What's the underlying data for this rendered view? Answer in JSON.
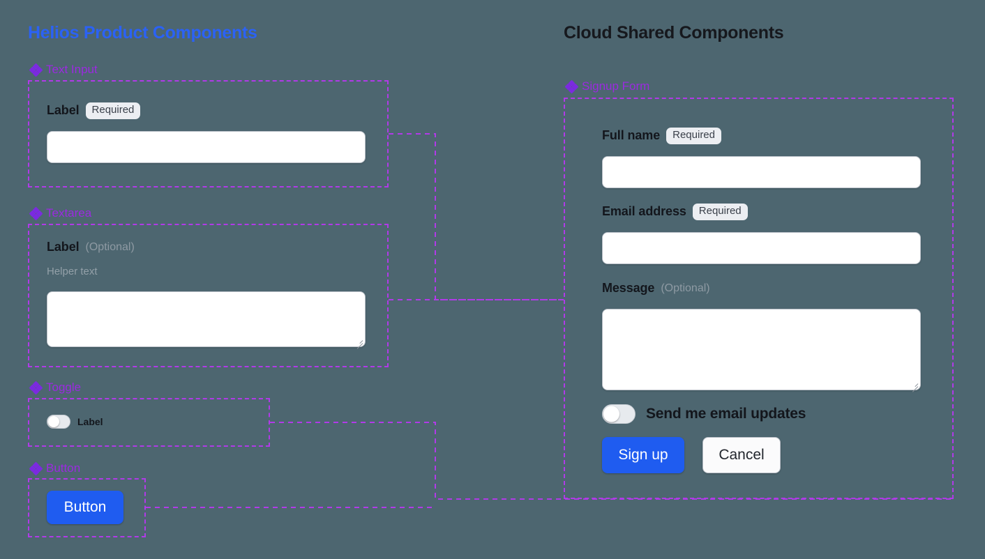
{
  "background_color": "#4d6670",
  "accent_colors": {
    "left_title": "#2b62f5",
    "right_title": "#16181d",
    "section_label": "#9b2ae0",
    "frame_border": "#b13ae8",
    "primary_button": "#1f5cf0"
  },
  "columns": {
    "left": {
      "title": "Helios Product Components",
      "sections": [
        {
          "icon": "diamond-cluster-icon",
          "name": "Text Input",
          "field": {
            "label": "Label",
            "badge": "Required",
            "input_value": "",
            "input_placeholder": ""
          }
        },
        {
          "icon": "diamond-cluster-icon",
          "name": "Textarea",
          "field": {
            "label": "Label",
            "optional": "(Optional)",
            "helper": "Helper text",
            "input_value": "",
            "input_placeholder": ""
          }
        },
        {
          "icon": "diamond-cluster-icon",
          "name": "Toggle",
          "field": {
            "label": "Label",
            "state": "off"
          }
        },
        {
          "icon": "diamond-cluster-icon",
          "name": "Button",
          "field": {
            "label": "Button"
          }
        }
      ]
    },
    "right": {
      "title": "Cloud Shared Components",
      "sections": [
        {
          "icon": "diamond-cluster-icon",
          "name": "Signup Form",
          "fields": [
            {
              "label": "Full name",
              "badge": "Required",
              "value": "",
              "placeholder": ""
            },
            {
              "label": "Email address",
              "badge": "Required",
              "value": "",
              "placeholder": ""
            },
            {
              "label": "Message",
              "optional": "(Optional)",
              "value": "",
              "placeholder": ""
            }
          ],
          "toggle": {
            "label": "Send me email updates",
            "state": "off"
          },
          "buttons": {
            "primary": "Sign up",
            "secondary": "Cancel"
          }
        }
      ]
    }
  }
}
